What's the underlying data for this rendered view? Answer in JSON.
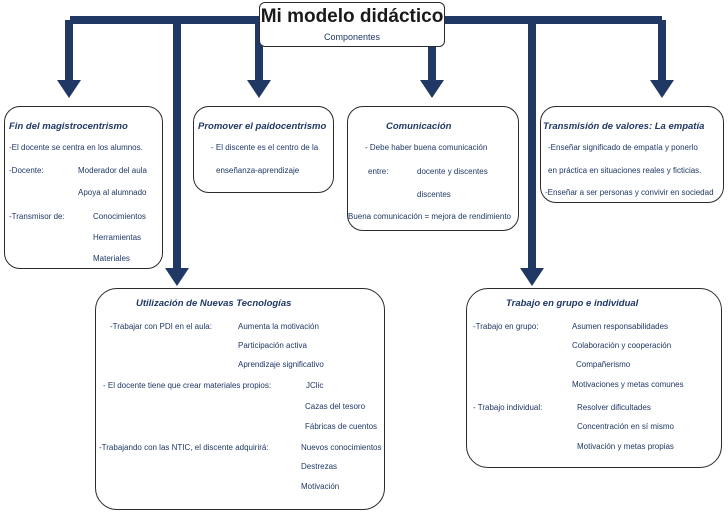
{
  "title": "Mi modelo didáctico",
  "subtitle": "Componentes",
  "boxes": {
    "fin": {
      "title": "Fin del magistrocentrismo",
      "line1": "-El docente se centra en los alumnos.",
      "docente_label": "-Docente:",
      "docente_items": [
        "Moderador del aula",
        "Apoya al alumnado"
      ],
      "transmisor_label": "-Transmisor de:",
      "transmisor_items": [
        "Conocimientos",
        "Herramientas",
        "Materiales"
      ]
    },
    "paido": {
      "title": "Promover el paidocentrismo",
      "lines": [
        "- El discente es el centro de la",
        "enseñanza-aprendizaje"
      ]
    },
    "comunicacion": {
      "title": "Comunicación",
      "line1": "- Debe haber buena comunicación",
      "entre": "entre:",
      "items": [
        "docente y discentes",
        "discentes"
      ],
      "line_last": "Buena comunicación =  mejora de rendimiento"
    },
    "valores": {
      "title": "Transmisión de valores: La empatía",
      "lines": [
        "-Enseñar significado de empatía y ponerlo",
        "en práctica en situaciones reales y ficticias.",
        "-Enseñar a ser personas y  convivir en sociedad"
      ]
    },
    "ntic": {
      "title": "Utilización de Nuevas Tecnologías",
      "pdi_label": "-Trabajar con PDI en el aula:",
      "pdi_items": [
        "Aumenta la motivación",
        "Participación activa",
        "Aprendizaje significativo"
      ],
      "mat_label": "- El docente tiene que crear materiales propios:",
      "mat_items": [
        "JClic",
        "Cazas del tesoro",
        "Fábricas de cuentos"
      ],
      "adq_label": "-Trabajando con las NTIC, el discente adquirirá:",
      "adq_items": [
        "Nuevos conocimientos",
        "Destrezas",
        "Motivación"
      ]
    },
    "trabajo": {
      "title": "Trabajo en grupo e individual",
      "grupo_label": "-Trabajo en grupo:",
      "grupo_items": [
        "Asumen responsabilidades",
        "Colaboración y cooperación",
        "Compañerismo",
        "Motivaciones y metas comunes"
      ],
      "indiv_label": "- Trabajo individual:",
      "indiv_items": [
        "Resolver dificultades",
        "Concentración en sí mismo",
        "Motivación y metas propias"
      ]
    }
  },
  "colors": {
    "connector": "#1f3864",
    "text": "#1f3864",
    "border": "#2b2b2b"
  }
}
